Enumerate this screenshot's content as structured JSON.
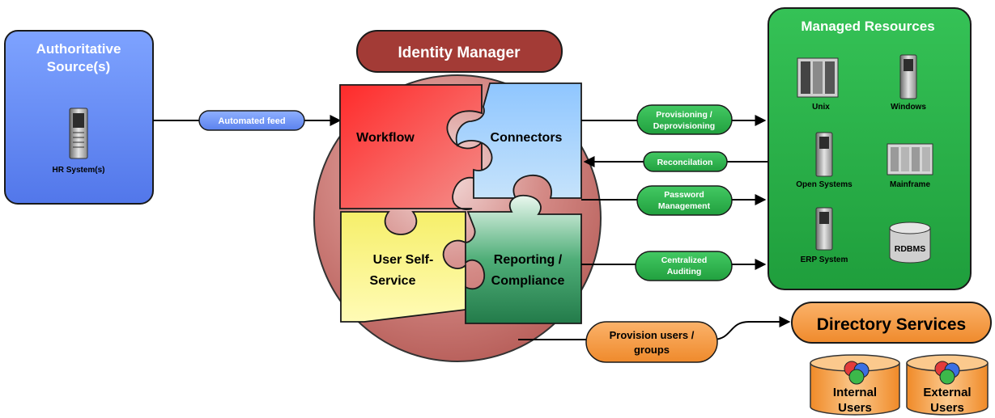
{
  "authoritative_source": {
    "title_line1": "Authoritative",
    "title_line2": "Source(s)",
    "server_label": "HR System(s)"
  },
  "feed_label": "Automated feed",
  "identity_manager": {
    "title": "Identity Manager",
    "pieces": {
      "workflow": "Workflow",
      "connectors": "Connectors",
      "self_service_line1": "User Self-",
      "self_service_line2": "Service",
      "reporting_line1": "Reporting /",
      "reporting_line2": "Compliance"
    }
  },
  "flows": {
    "provisioning_line1": "Provisioning /",
    "provisioning_line2": "Deprovisioning",
    "reconciliation": "Reconcilation",
    "password_line1": "Password",
    "password_line2": "Management",
    "auditing_line1": "Centralized",
    "auditing_line2": "Auditing",
    "provision_users_line1": "Provision users /",
    "provision_users_line2": "groups"
  },
  "managed_resources": {
    "title": "Managed Resources",
    "items": [
      "Unix",
      "Windows",
      "Open Systems",
      "Mainframe",
      "ERP System",
      "RDBMS"
    ]
  },
  "directory_services": {
    "title": "Directory Services",
    "internal_line1": "Internal",
    "internal_line2": "Users",
    "external_line1": "External",
    "external_line2": "Users"
  },
  "colors": {
    "authoritative_fill": "#6b8ef5",
    "identity_title_fill": "#a33b36",
    "circle_fill": "#c9706b",
    "workflow_fill": "#ef2f2f",
    "connectors_fill": "#8ec5f6",
    "self_service_fill": "#f9f37c",
    "reporting_fill": "#2e8b57",
    "flow_green": "#2eae48",
    "managed_fill": "#24b648",
    "directory_fill": "#f59336"
  }
}
